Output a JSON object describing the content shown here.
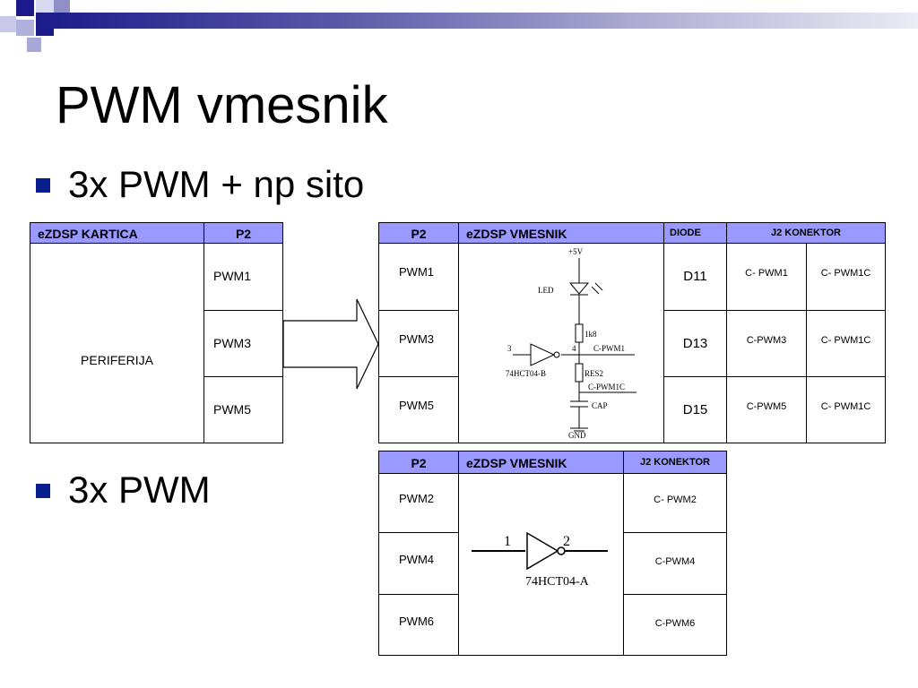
{
  "slide": {
    "title": "PWM vmesnik",
    "bullets": [
      "3x PWM + np sito",
      "3x PWM"
    ],
    "accent_color": "#0a1f8f",
    "header_fill": "#9999ff"
  },
  "table_left": {
    "headers": [
      "eZDSP KARTICA",
      "P2"
    ],
    "periferija": "PERIFERIJA",
    "pins": [
      "PWM1",
      "PWM3",
      "PWM5"
    ]
  },
  "table_right_top": {
    "headers": [
      "P2",
      "eZDSP VMESNIK",
      "DIODE",
      "J2 KONEKTOR"
    ],
    "pins": [
      "PWM1",
      "PWM3",
      "PWM5"
    ],
    "diodes": [
      "D11",
      "D13",
      "D15"
    ],
    "j2_col1": [
      "C- PWM1",
      "C-PWM3",
      "C-PWM5"
    ],
    "j2_col2": [
      "C- PWM1C",
      "C- PWM1C",
      "C- PWM1C"
    ],
    "schematic": {
      "vcc": "+5V",
      "led": "LED",
      "resistor": "1k8",
      "pin_in": "3",
      "pin_out": "4",
      "out_label": "C-PWM1",
      "chip": "74HCT04-B",
      "res2": "RES2",
      "out_label2": "C-PWM1C",
      "cap": "CAP",
      "gnd": "GND"
    }
  },
  "table_right_bottom": {
    "headers": [
      "P2",
      "eZDSP VMESNIK",
      "J2 KONEKTOR"
    ],
    "pins": [
      "PWM2",
      "PWM4",
      "PWM6"
    ],
    "j2": [
      "C- PWM2",
      "C-PWM4",
      "C-PWM6"
    ],
    "schematic": {
      "pin_in": "1",
      "pin_out": "2",
      "chip": "74HCT04-A"
    }
  }
}
